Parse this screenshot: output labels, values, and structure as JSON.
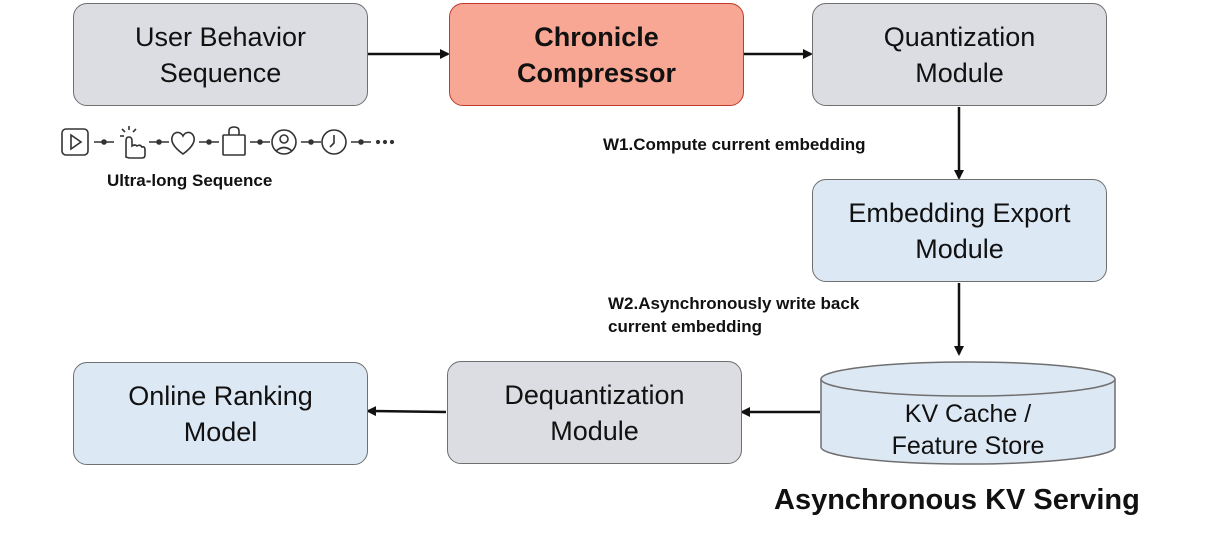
{
  "nodes": {
    "user_behavior": [
      "User Behavior",
      "Sequence"
    ],
    "chronicle": [
      "Chronicle",
      "Compressor"
    ],
    "quantization": [
      "Quantization",
      "Module"
    ],
    "embedding_export": [
      "Embedding Export",
      "Module"
    ],
    "kv_cache": [
      "KV Cache /",
      "Feature Store"
    ],
    "dequantization": [
      "Dequantization",
      "Module"
    ],
    "online_ranking": [
      "Online Ranking",
      "Model"
    ]
  },
  "sequence_icons": [
    "play-icon",
    "click-hand-icon",
    "heart-icon",
    "shopping-bag-icon",
    "user-icon",
    "clock-icon"
  ],
  "sequence_label": "Ultra-long Sequence",
  "steps": {
    "w1": "W1.Compute current embedding",
    "w2": [
      "W2.Asynchronously write back",
      "current embedding"
    ]
  },
  "footer": "Asynchronous KV Serving",
  "colors": {
    "gray_box": "#dcdde3",
    "blue_box": "#dde8f5",
    "highlight_box": "#f7a793",
    "highlight_border": "#c0392b"
  }
}
